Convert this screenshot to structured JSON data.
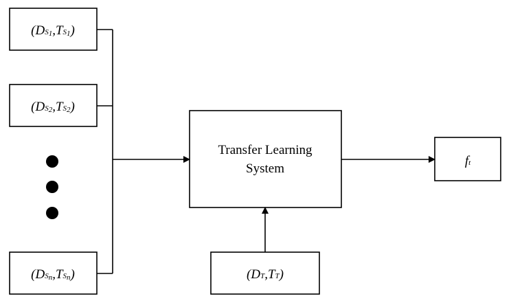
{
  "diagram": {
    "sources": [
      {
        "d_base": "D",
        "d_sub": "S",
        "d_subsub": "1",
        "t_base": "T",
        "t_sub": "S",
        "t_subsub": "1"
      },
      {
        "d_base": "D",
        "d_sub": "S",
        "d_subsub": "2",
        "t_base": "T",
        "t_sub": "S",
        "t_subsub": "2"
      },
      {
        "d_base": "D",
        "d_sub": "S",
        "d_subsub": "n",
        "t_base": "T",
        "t_sub": "S",
        "t_subsub": "n"
      }
    ],
    "system": {
      "line1": "Transfer Learning",
      "line2": "System"
    },
    "target": {
      "d_base": "D",
      "d_sub": "T",
      "t_base": "T",
      "t_sub": "T"
    },
    "output": {
      "base": "f",
      "sub": "t"
    },
    "colors": {
      "stroke": "#000000",
      "background": "#ffffff"
    }
  }
}
